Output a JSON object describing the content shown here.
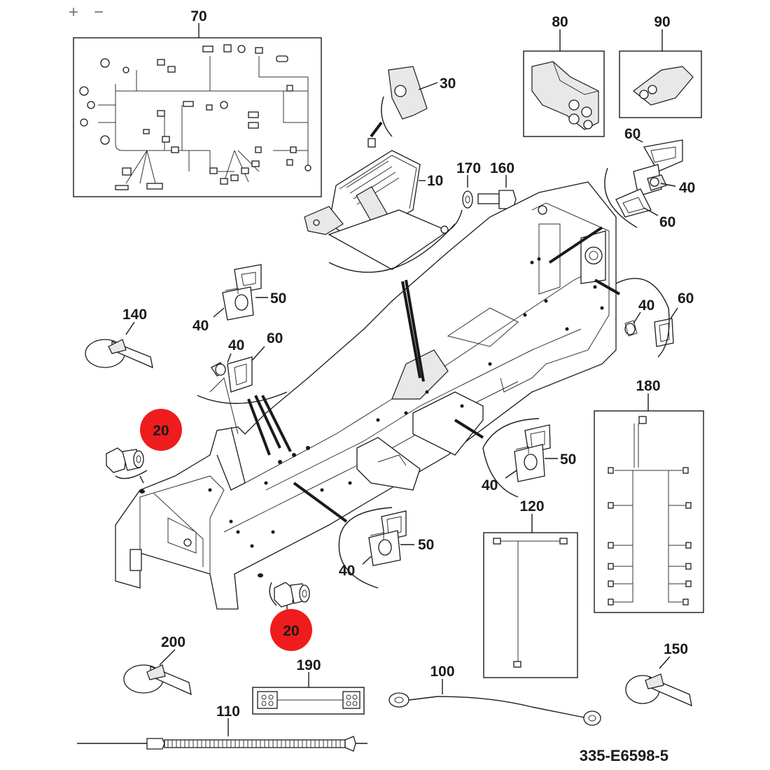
{
  "toolbar": {
    "zoom_in": "+",
    "zoom_out": "−"
  },
  "reference_code": "335-E6598-5",
  "callouts": {
    "c70": "70",
    "c80": "80",
    "c90": "90",
    "c30": "30",
    "c10": "10",
    "c170": "170",
    "c160": "160",
    "c60a": "60",
    "c40a": "40",
    "c60b": "60",
    "c50a": "50",
    "c40b": "40",
    "c140": "140",
    "c40c": "40",
    "c60c": "60",
    "c40d": "40",
    "c60d": "60",
    "c180": "180",
    "c20a": "20",
    "c20b": "20",
    "c50b": "50",
    "c40e": "40",
    "c120": "120",
    "c50c": "50",
    "c40f": "40",
    "c200": "200",
    "c190": "190",
    "c100": "100",
    "c150": "150",
    "c110": "110"
  },
  "colors": {
    "highlight": "#ee1c1c",
    "ink": "#1a1a1a",
    "toolbar_icon": "#777777"
  }
}
